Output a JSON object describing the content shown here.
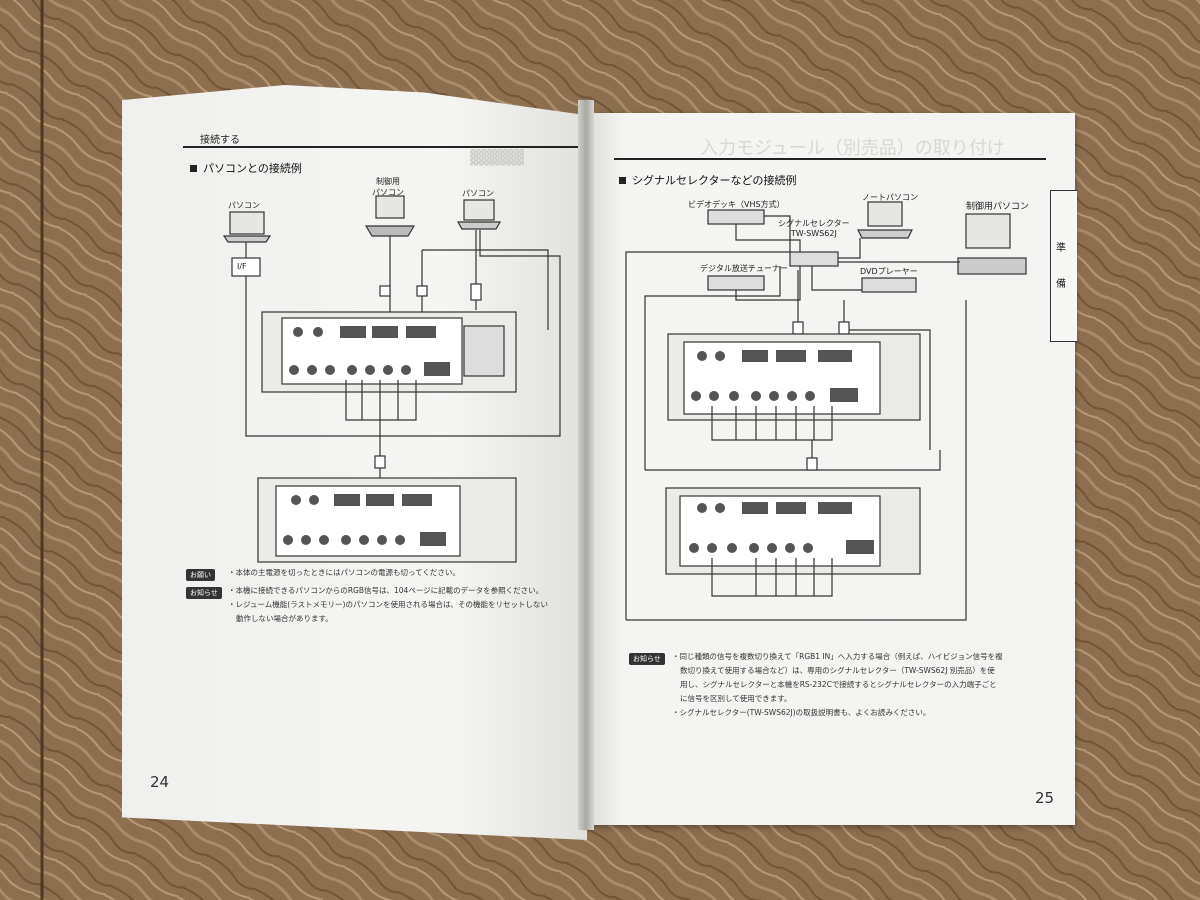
{
  "left_page": {
    "running_head": "接続する",
    "section_title": "パソコンとの接続例",
    "labels": {
      "pc_left": "パソコン",
      "pc_control": "制御用\nパソコン",
      "pc_right": "パソコン",
      "interface": "I/F"
    },
    "notes": [
      {
        "badge": "お願い",
        "text": "・本体の主電源を切ったときにはパソコンの電源も切ってください。"
      },
      {
        "badge": "お知らせ",
        "text": "・本機に接続できるパソコンからのRGB信号は、104ページに記載のデータを参照ください。"
      },
      {
        "badge": "",
        "text": "・レジューム機能(ラストメモリー)のパソコンを使用される場合は、その機能をリセットしない"
      },
      {
        "badge": "",
        "text": "動作しない場合があります。"
      }
    ],
    "page_number": "24"
  },
  "right_page": {
    "running_head": "入力モジュール（別売品）の取り付け",
    "section_title": "シグナルセレクターなどの接続例",
    "tab_text": [
      "準",
      "備"
    ],
    "labels": {
      "video_deck": "ビデオデッキ（VHS方式）",
      "selector": "シグナルセレクター\nTW-SWS62J",
      "notebook": "ノートパソコン",
      "control_pc": "制御用パソコン",
      "digital_tuner": "デジタル放送チューナー",
      "dvd": "DVDプレーヤー"
    },
    "notes": [
      {
        "badge": "お知らせ",
        "text": "・同じ種類の信号を複数切り換えて「RGB1 IN」へ入力する場合（例えば、ハイビジョン信号を複"
      },
      {
        "badge": "",
        "text": "数切り換えて使用する場合など）は、専用のシグナルセレクター（TW-SWS62J 別売品）を使"
      },
      {
        "badge": "",
        "text": "用し、シグナルセレクターと本機をRS-232Cで接続するとシグナルセレクターの入力端子ごと"
      },
      {
        "badge": "",
        "text": "に信号を区別して使用できます。"
      },
      {
        "badge": "",
        "text": "・シグナルセレクター(TW-SWS62J)の取扱説明書も、よくお読みください。"
      }
    ],
    "page_number": "25"
  },
  "colors": {
    "paper": "#f3f3f1",
    "ink": "#222222",
    "wood": "#8f7252"
  }
}
